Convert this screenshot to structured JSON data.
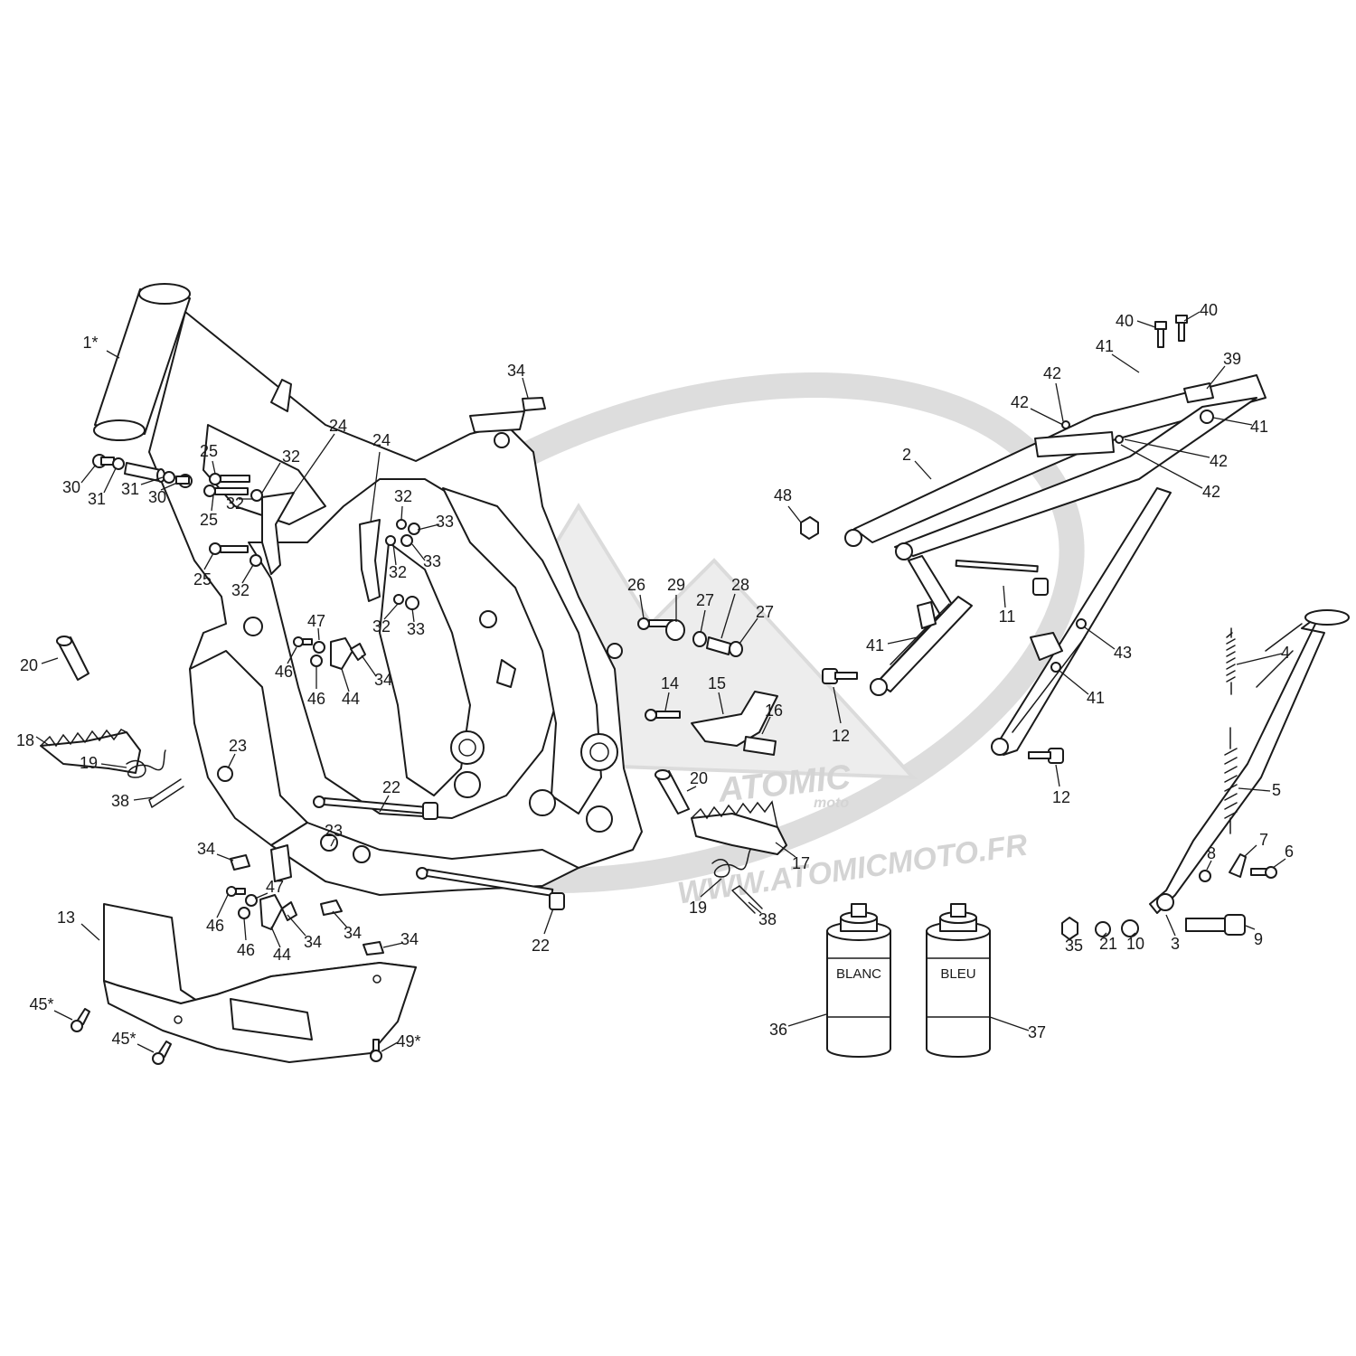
{
  "watermark": {
    "logo_text": "ATOMIC",
    "logo_subtext": "moto",
    "site": "WWW.ATOMICMOTO.FR",
    "color": "#d0d0d0"
  },
  "line_color": "#1a1a1a",
  "callouts": {
    "c1": "1*",
    "c2": "2",
    "c3": "3",
    "c4": "4",
    "c5": "5",
    "c6": "6",
    "c7": "7",
    "c8": "8",
    "c9": "9",
    "c10": "10",
    "c11": "11",
    "c12a": "12",
    "c12b": "12",
    "c13": "13",
    "c14": "14",
    "c15": "15",
    "c16": "16",
    "c17": "17",
    "c18": "18",
    "c19a": "19",
    "c19b": "19",
    "c20a": "20",
    "c20b": "20",
    "c21": "21",
    "c22a": "22",
    "c22b": "22",
    "c23a": "23",
    "c23b": "23",
    "c24a": "24",
    "c24b": "24",
    "c25a": "25",
    "c25b": "25",
    "c25c": "25",
    "c26": "26",
    "c27a": "27",
    "c27b": "27",
    "c28": "28",
    "c29": "29",
    "c30a": "30",
    "c30b": "30",
    "c31a": "31",
    "c31b": "31",
    "c32a": "32",
    "c32b": "32",
    "c32c": "32",
    "c32d": "32",
    "c32e": "32",
    "c32f": "32",
    "c33a": "33",
    "c33b": "33",
    "c33c": "33",
    "c34a": "34",
    "c34b": "34",
    "c34c": "34",
    "c34d": "34",
    "c34e": "34",
    "c34f": "34",
    "c35": "35",
    "c36": "36",
    "c37": "37",
    "c38a": "38",
    "c38b": "38",
    "c39": "39",
    "c40a": "40",
    "c40b": "40",
    "c41a": "41",
    "c41b": "41",
    "c41c": "41",
    "c41d": "41",
    "c42a": "42",
    "c42b": "42",
    "c42c": "42",
    "c42d": "42",
    "c43": "43",
    "c44a": "44",
    "c44b": "44",
    "c45a": "45*",
    "c45b": "45*",
    "c46a": "46",
    "c46b": "46",
    "c46c": "46",
    "c46d": "46",
    "c47a": "47",
    "c47b": "47",
    "c48": "48",
    "c49": "49*"
  },
  "spray_cans": {
    "left": {
      "label": "BLANC"
    },
    "right": {
      "label": "BLEU"
    }
  }
}
